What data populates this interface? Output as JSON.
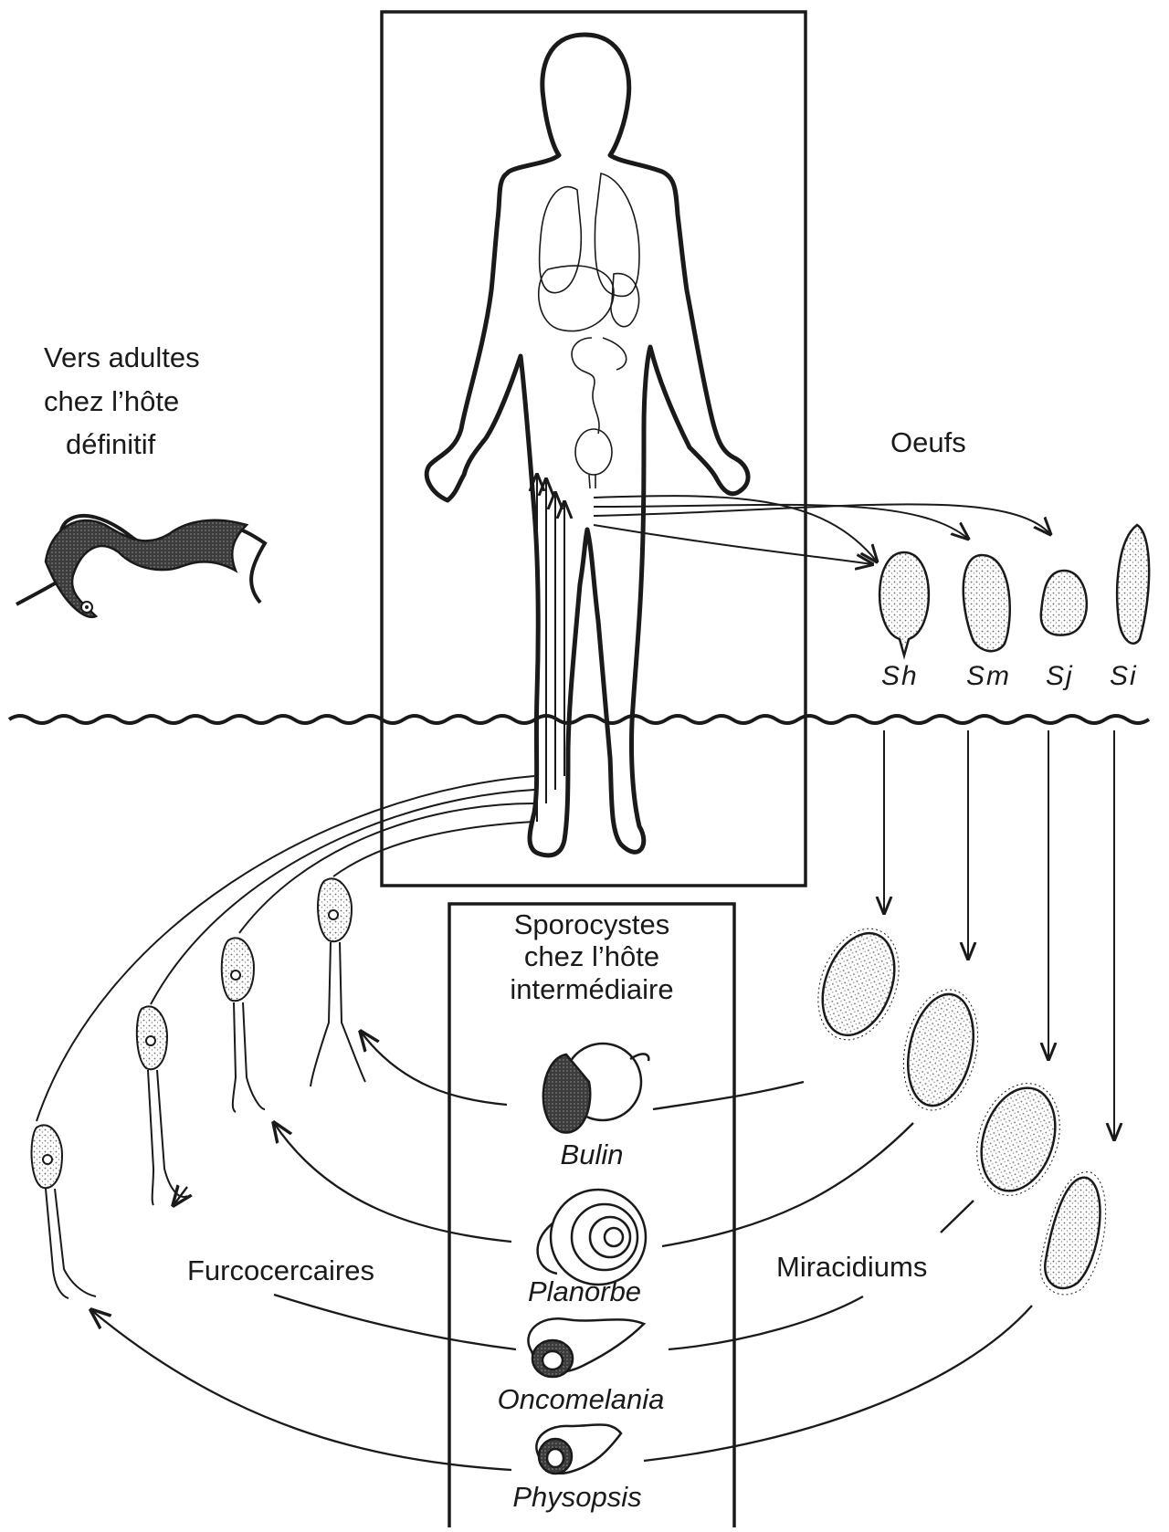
{
  "adult_worms": {
    "lines": [
      "Vers adultes",
      "chez   l’hôte",
      "définitif"
    ]
  },
  "eggs": {
    "label": "Oeufs",
    "species": [
      "Sh",
      "Sm",
      "Sj",
      "Si"
    ]
  },
  "intermediate_host": {
    "lines": [
      "Sporocystes",
      "chez l’hôte",
      "intermédiaire"
    ]
  },
  "snails": [
    "Bulin",
    "Planorbe",
    "Oncomelania",
    "Physopsis"
  ],
  "furcocercaires_label": "Furcocercaires",
  "miracidiums_label": "Miracidiums",
  "colors": {
    "ink": "#1a1a1a",
    "paper": "#ffffff",
    "stipple": "#8a8a8a"
  }
}
